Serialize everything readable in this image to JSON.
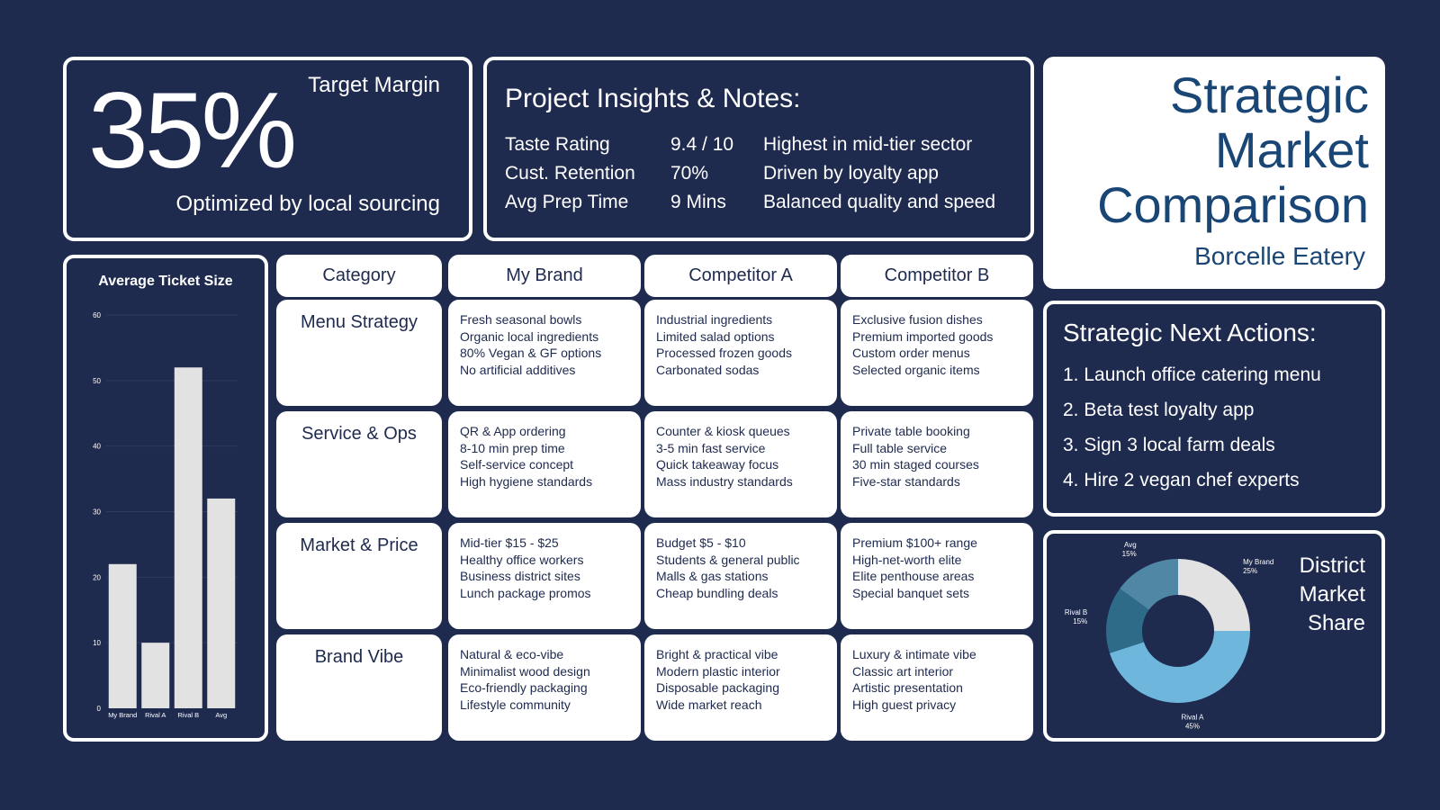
{
  "margin": {
    "value": "35%",
    "label": "Target Margin",
    "subtitle": "Optimized by local sourcing"
  },
  "insights": {
    "title": "Project Insights & Notes:",
    "rows": [
      {
        "metric": "Taste Rating",
        "value": "9.4 / 10",
        "note": "Highest in mid-tier sector"
      },
      {
        "metric": "Cust. Retention",
        "value": "70%",
        "note": "Driven by loyalty app"
      },
      {
        "metric": "Avg Prep Time",
        "value": "9 Mins",
        "note": "Balanced quality and speed"
      }
    ]
  },
  "title": {
    "lines": [
      "Strategic",
      "Market",
      "Comparison"
    ],
    "brand": "Borcelle Eatery",
    "color": "#1a4675"
  },
  "comparison": {
    "headers": [
      "Category",
      "My Brand",
      "Competitor A",
      "Competitor B"
    ],
    "rows": [
      {
        "category": "Menu Strategy",
        "my_brand": [
          "Fresh seasonal bowls",
          "Organic local ingredients",
          "80% Vegan & GF options",
          "No artificial additives"
        ],
        "competitor_a": [
          "Industrial ingredients",
          "Limited salad options",
          "Processed frozen goods",
          "Carbonated sodas"
        ],
        "competitor_b": [
          "Exclusive fusion dishes",
          "Premium imported goods",
          "Custom order menus",
          "Selected organic items"
        ]
      },
      {
        "category": "Service & Ops",
        "my_brand": [
          "QR & App ordering",
          "8-10 min prep time",
          "Self-service concept",
          "High hygiene standards"
        ],
        "competitor_a": [
          "Counter & kiosk queues",
          "3-5 min fast service",
          "Quick takeaway focus",
          "Mass industry standards"
        ],
        "competitor_b": [
          "Private table booking",
          "Full table service",
          "30 min staged courses",
          "Five-star standards"
        ]
      },
      {
        "category": "Market & Price",
        "my_brand": [
          "Mid-tier $15 - $25",
          "Healthy office workers",
          "Business district sites",
          "Lunch package promos"
        ],
        "competitor_a": [
          "Budget $5 - $10",
          "Students & general public",
          "Malls & gas stations",
          "Cheap bundling deals"
        ],
        "competitor_b": [
          "Premium $100+ range",
          "High-net-worth elite",
          "Elite penthouse areas",
          "Special banquet sets"
        ]
      },
      {
        "category": "Brand Vibe",
        "my_brand": [
          "Natural & eco-vibe",
          "Minimalist wood design",
          "Eco-friendly packaging",
          "Lifestyle community"
        ],
        "competitor_a": [
          "Bright & practical vibe",
          "Modern plastic interior",
          "Disposable packaging",
          "Wide market reach"
        ],
        "competitor_b": [
          "Luxury & intimate vibe",
          "Classic art interior",
          "Artistic presentation",
          "High guest privacy"
        ]
      }
    ]
  },
  "actions": {
    "title": "Strategic Next Actions:",
    "items": [
      "1. Launch office catering menu",
      "2. Beta test loyalty app",
      "3. Sign 3 local farm deals",
      "4. Hire 2 vegan chef experts"
    ]
  },
  "share": {
    "title_lines": [
      "District",
      "Market",
      "Share"
    ]
  },
  "chart_data": [
    {
      "type": "bar",
      "title": "Average Ticket Size",
      "categories": [
        "My Brand",
        "Rival A",
        "Rival B",
        "Avg"
      ],
      "values": [
        22,
        10,
        52,
        32
      ],
      "ylim": [
        0,
        60
      ],
      "yticks": [
        0,
        10,
        20,
        30,
        40,
        50,
        60
      ],
      "grid": true,
      "bar_color": "#e2e2e2"
    },
    {
      "type": "pie",
      "style": "donut",
      "title": "District Market Share",
      "labels": [
        "My Brand",
        "Rival A",
        "Rival B",
        "Avg"
      ],
      "values": [
        25,
        45,
        15,
        15
      ],
      "value_labels": [
        "25%",
        "45%",
        "15%",
        "15%"
      ],
      "colors": [
        "#e2e2e2",
        "#6fb6dd",
        "#2e6b88",
        "#4f87a5"
      ]
    }
  ]
}
